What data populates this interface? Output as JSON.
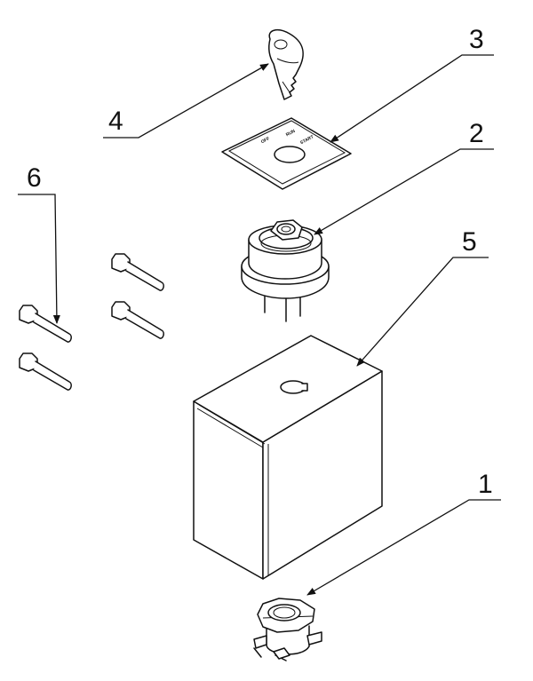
{
  "callouts": {
    "c1": "1",
    "c2": "2",
    "c3": "3",
    "c4": "4",
    "c5": "5",
    "c6": "6"
  },
  "plate_text": {
    "off": "OFF",
    "run": "RUN",
    "start": "START"
  }
}
